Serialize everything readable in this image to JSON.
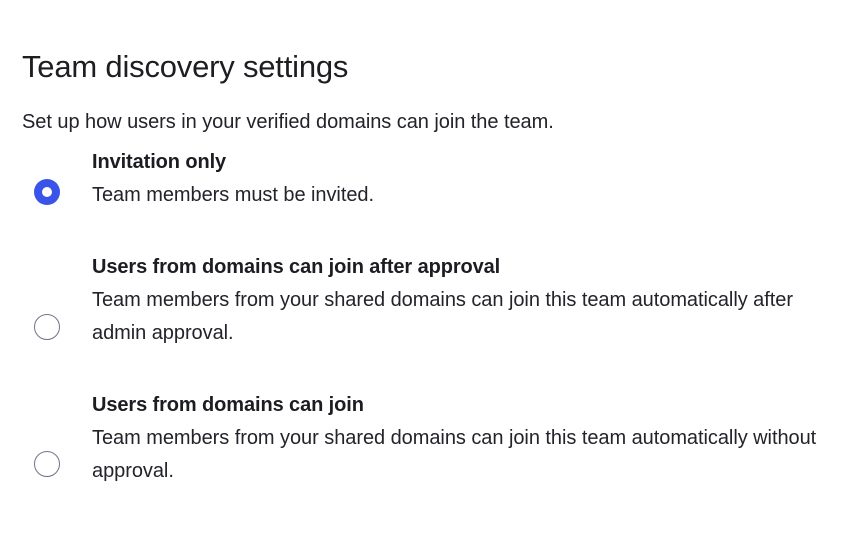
{
  "page": {
    "title": "Team discovery settings",
    "subtitle": "Set up how users in your verified domains can join the team."
  },
  "colors": {
    "accent": "#3a53e8",
    "text_primary": "#1c1c22",
    "text_secondary": "#23232b",
    "radio_border": "#73738a",
    "background": "#ffffff"
  },
  "radio_group": {
    "name": "team-discovery",
    "selected_index": 0,
    "options": [
      {
        "label": "Invitation only",
        "description": "Team members must be invited.",
        "checked": true,
        "icon": "radio-checked-icon"
      },
      {
        "label": "Users from domains can join after approval",
        "description": "Team members from your shared domains can join this team automatically after admin approval.",
        "checked": false,
        "icon": "radio-unchecked-icon"
      },
      {
        "label": "Users from domains can join",
        "description": "Team members from your shared domains can join this team automatically without approval.",
        "checked": false,
        "icon": "radio-unchecked-icon"
      }
    ]
  }
}
